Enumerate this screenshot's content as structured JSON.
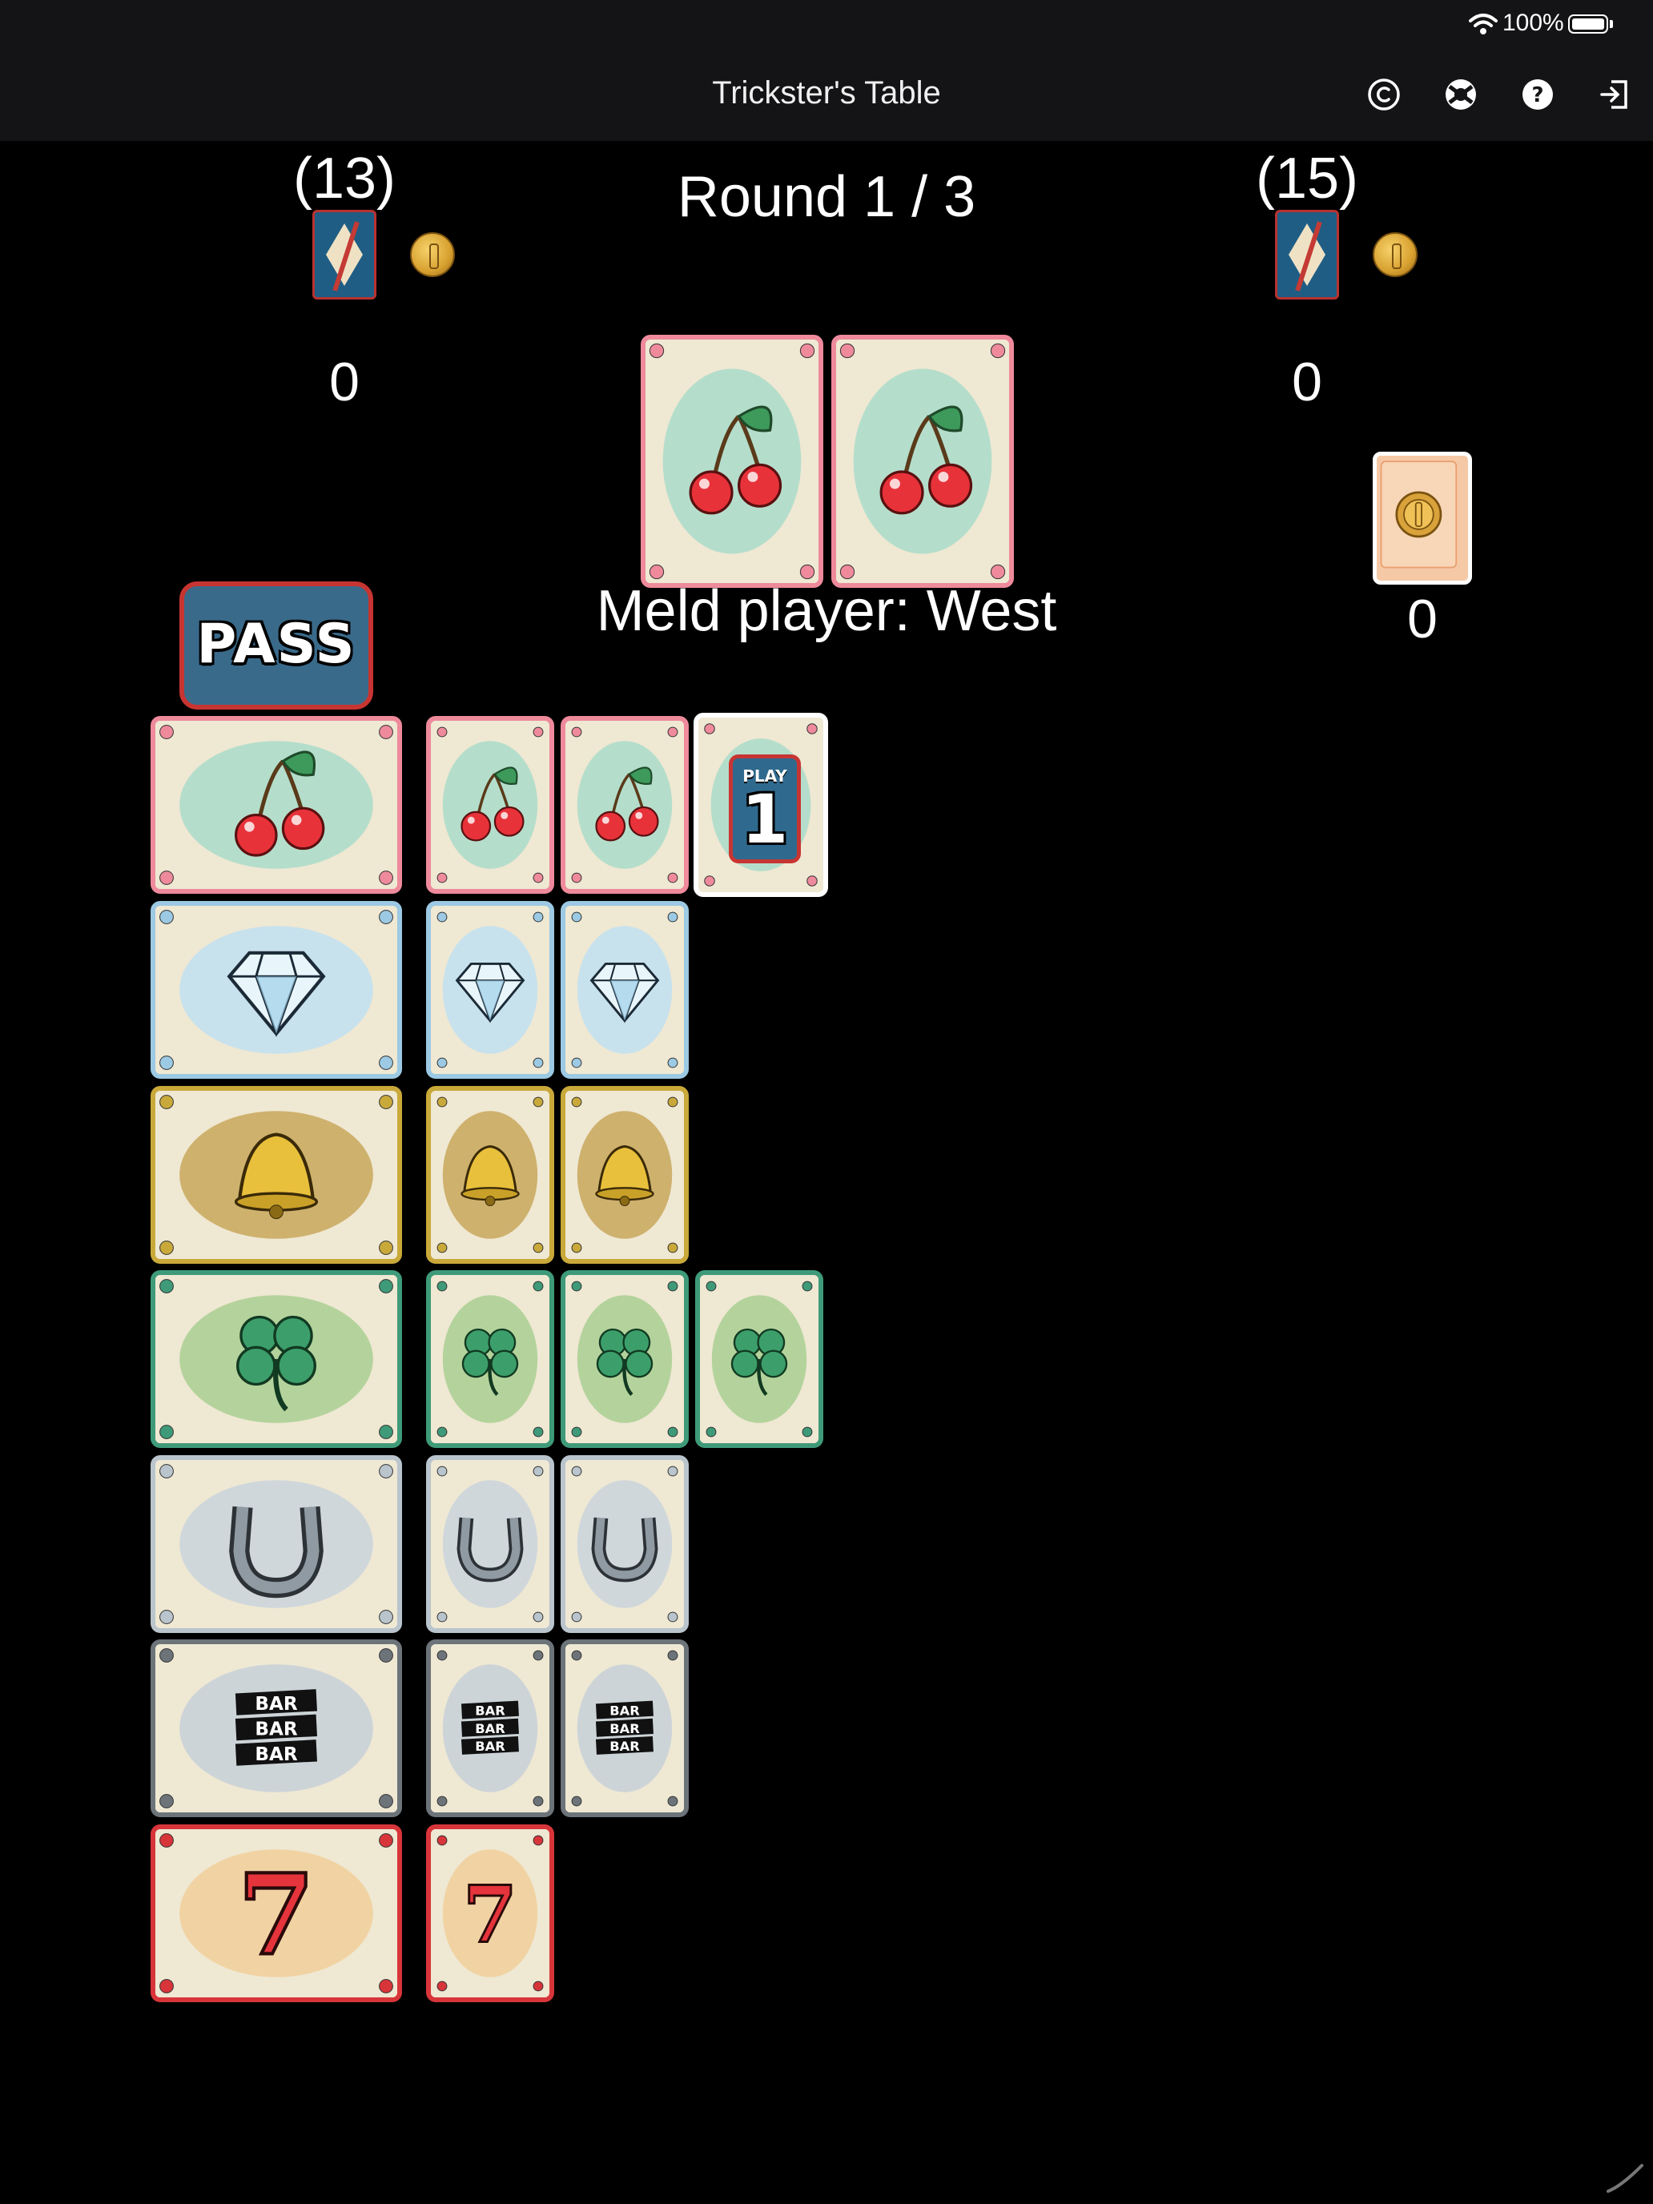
{
  "status": {
    "battery_pct": "100%",
    "wifi_icon": "wifi-icon",
    "battery_icon": "battery-icon"
  },
  "nav": {
    "title": "Trickster's Table",
    "icons": [
      "copyright-icon",
      "support-icon",
      "help-icon",
      "exit-icon"
    ]
  },
  "players": {
    "west": {
      "hand_count": "(13)",
      "score": "0"
    },
    "east": {
      "hand_count": "(15)",
      "score": "0"
    },
    "bank": {
      "score": "0"
    }
  },
  "round": "Round 1 / 3",
  "meld_player": "Meld player: West",
  "pass_label": "PASS",
  "play_badge": {
    "label": "PLAY",
    "number": "1"
  },
  "meld_cards": [
    "cherry",
    "cherry"
  ],
  "hand_rows": [
    {
      "suit": "cherry",
      "count": 3,
      "has_play_card": true
    },
    {
      "suit": "diamond",
      "count": 2
    },
    {
      "suit": "bell",
      "count": 2
    },
    {
      "suit": "clover",
      "count": 3
    },
    {
      "suit": "horseshoe",
      "count": 2
    },
    {
      "suit": "bar",
      "count": 2
    },
    {
      "suit": "seven",
      "count": 1
    }
  ],
  "colors": {
    "cherry": "#ee8a9b",
    "diamond": "#9cc9e3",
    "bell": "#c9a93a",
    "clover": "#3e9a78",
    "horseshoe": "#b9c4cc",
    "bar": "#6c747a",
    "seven": "#d8353a"
  }
}
